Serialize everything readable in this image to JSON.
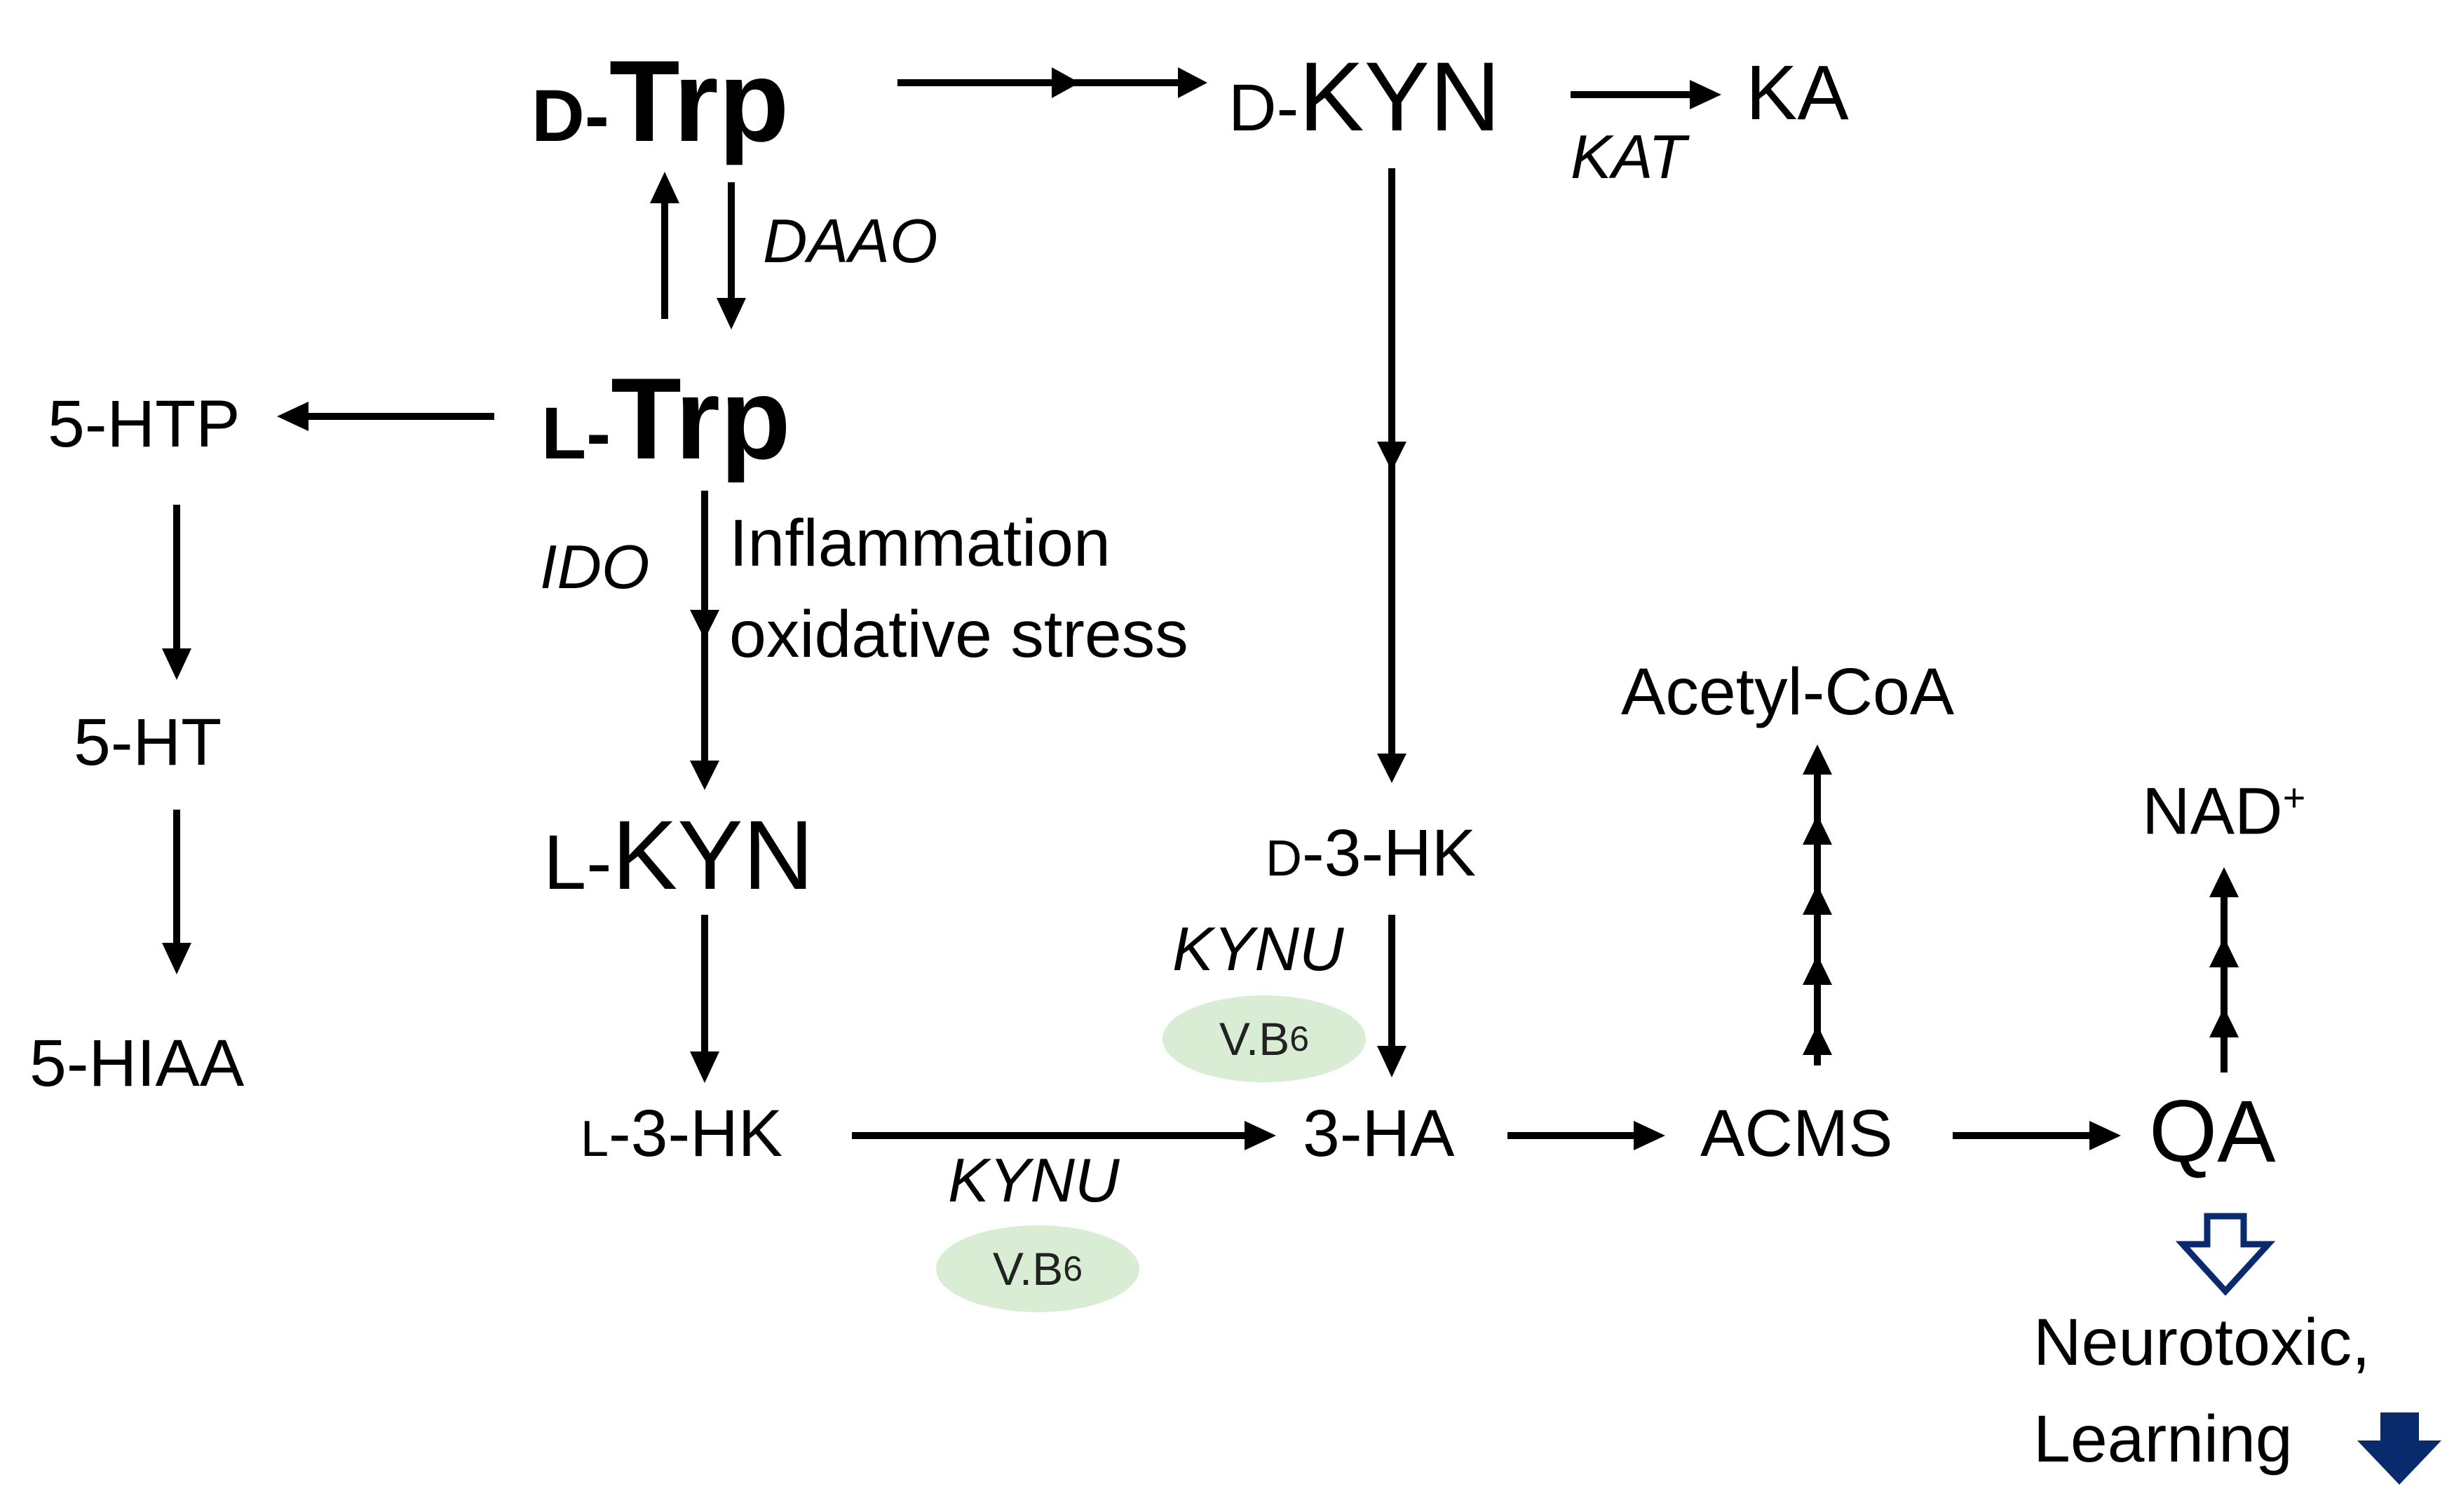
{
  "colors": {
    "arrow": "#000000",
    "vitamin_bg": "#d9ecd4",
    "down_arrow": "#0a2a6e"
  },
  "nodes": {
    "d_trp": {
      "prefix": "D-",
      "name": "Trp"
    },
    "l_trp": {
      "prefix": "L-",
      "name": "Trp"
    },
    "d_kyn": {
      "prefix": "D-",
      "name": "KYN"
    },
    "ka": "KA",
    "htp": "5-HTP",
    "ht": "5-HT",
    "hiaa": "5-HIAA",
    "l_kyn": {
      "prefix": "L-",
      "name": "KYN"
    },
    "d_3hk": {
      "prefix": "D",
      "name": "-3-HK"
    },
    "l_3hk": {
      "prefix": "L",
      "name": "-3-HK"
    },
    "ha3": "3-HA",
    "acms": "ACMS",
    "qa": "QA",
    "acetyl_coa": "Acetyl-CoA",
    "nad": {
      "name": "NAD",
      "sup": "+"
    }
  },
  "enzymes": {
    "kat": "KAT",
    "daao": "DAAO",
    "ido": "IDO",
    "kynu_right": "KYNU",
    "kynu_bottom": "KYNU"
  },
  "annotations": {
    "inflammation": "Inflammation",
    "oxidative": "oxidative stress",
    "neurotoxic": "Neurotoxic,",
    "learning": "Learning"
  },
  "vitamins": {
    "right": {
      "main": "V.B",
      "sub": "6"
    },
    "bottom": {
      "main": "V.B",
      "sub": "6"
    }
  },
  "icons": {
    "outcome": "hollow-down-arrow-icon",
    "decrease": "solid-down-arrow-icon"
  }
}
